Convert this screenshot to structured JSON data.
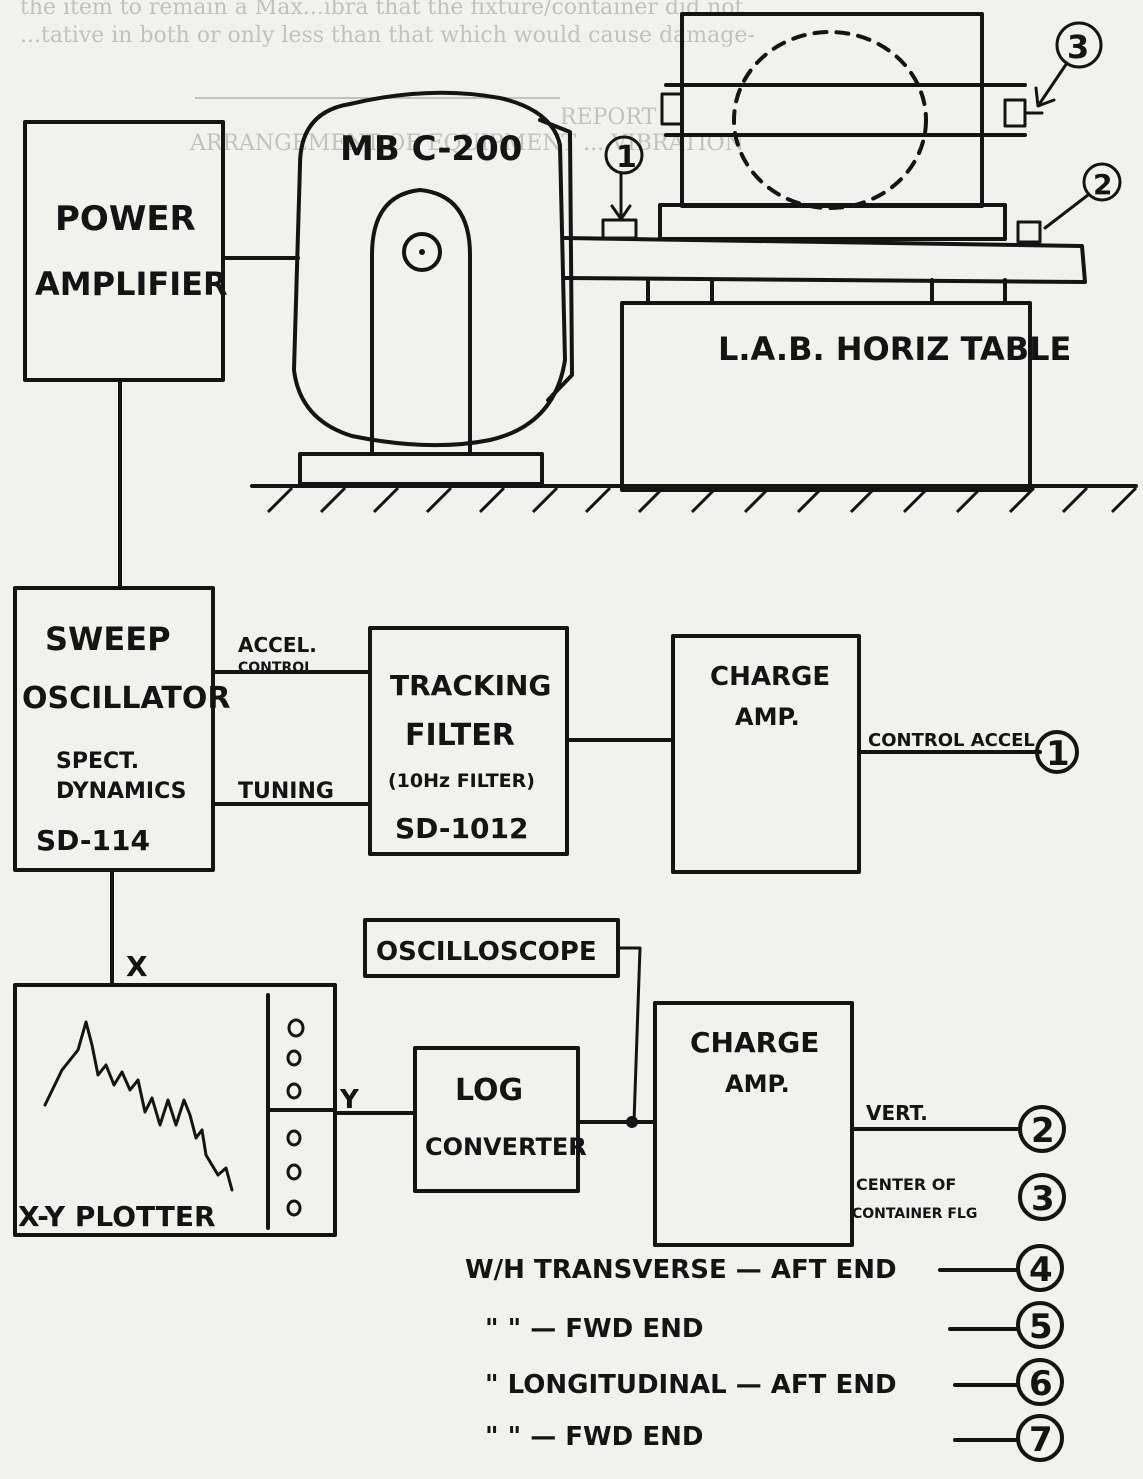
{
  "header_bleed": {
    "line1": "the item to remain a Max...ibra that the fixture/container did not",
    "line2": "...tative in both or only less than that which would cause damage-",
    "line3": "REPORT",
    "line4": "ARRANGEMENT  OF  EQUIPMENT  ...  VIBRATION"
  },
  "equipment": {
    "power_amplifier": [
      "POWER",
      "AMPLIFIER"
    ],
    "shaker": "MB C-200",
    "table": "L.A.B. HORIZ TABLE",
    "sweep_oscillator": [
      "SWEEP",
      "OSCILLATOR",
      "SPECT.",
      "DYNAMICS",
      "SD-114"
    ],
    "tracking_filter": [
      "TRACKING",
      "FILTER",
      "(10Hz FILTER)",
      "SD-1012"
    ],
    "charge_amp_1": [
      "CHARGE",
      "AMP."
    ],
    "charge_amp_2": [
      "CHARGE",
      "AMP."
    ],
    "oscilloscope": "OSCILLOSCOPE",
    "log_converter": [
      "LOG",
      "CONVERTER"
    ],
    "xy_plotter": "X-Y PLOTTER"
  },
  "signals": {
    "accel_control": [
      "ACCEL.",
      "CONTROL"
    ],
    "tuning": "TUNING",
    "x": "X",
    "y": "Y",
    "control_accel": "CONTROL ACCEL",
    "vert": "VERT.",
    "center_of_container": [
      "CENTER OF",
      "CONTAINER FLG"
    ]
  },
  "channels": [
    {
      "num": "1"
    },
    {
      "num": "2"
    },
    {
      "num": "3"
    },
    {
      "num": "4",
      "label": "W/H TRANSVERSE — AFT END"
    },
    {
      "num": "5",
      "label": "\"          \"        — FWD END"
    },
    {
      "num": "6",
      "label": "\" LONGITUDINAL — AFT END"
    },
    {
      "num": "7",
      "label": "\"            \"      — FWD END"
    }
  ],
  "markers": {
    "m1": "1",
    "m2": "2",
    "m3": "3"
  }
}
